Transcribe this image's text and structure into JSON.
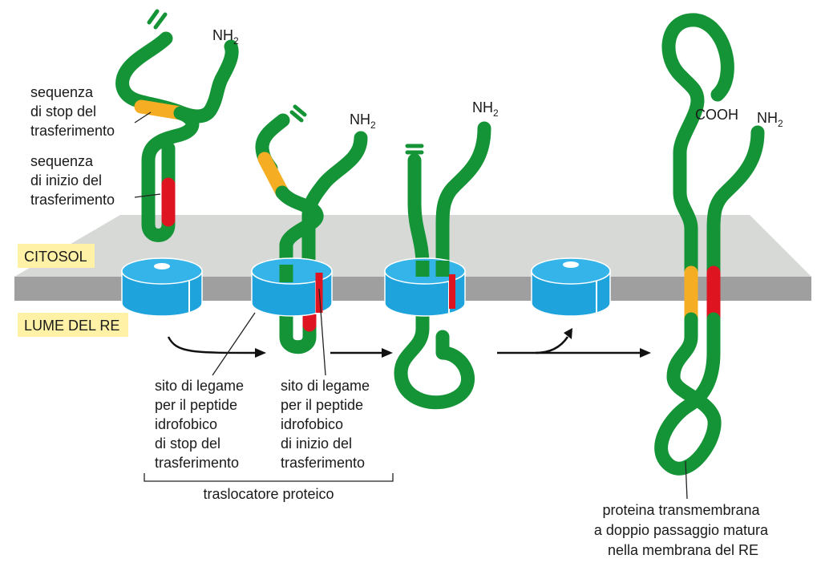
{
  "regions": {
    "cytosol": "CITOSOL",
    "lumen": "LUME DEL RE"
  },
  "labels": {
    "stop_seq": [
      "sequenza",
      "di stop del",
      "trasferimento"
    ],
    "start_seq": [
      "sequenza",
      "di inizio del",
      "trasferimento"
    ],
    "stop_site": [
      "sito di legame",
      "per il peptide",
      "idrofobico",
      "di stop del",
      "trasferimento"
    ],
    "start_site": [
      "sito di legame",
      "per il peptide",
      "idrofobico",
      "di inizio del",
      "trasferimento"
    ],
    "translocator": "traslocatore proteico",
    "mature": [
      "proteina transmembrana",
      "a doppio passaggio matura",
      "nella membrana del RE"
    ],
    "nh2_base": "NH",
    "nh2_sub": "2",
    "cooh": "COOH"
  },
  "colors": {
    "chain": "#159437",
    "stop": "#f5ae23",
    "start": "#df1421",
    "membrane_top": "#d7d9d7",
    "membrane_front": "#9e9f9e",
    "translocator": "#1ea3dd",
    "region_bg": "#fff1a6"
  }
}
